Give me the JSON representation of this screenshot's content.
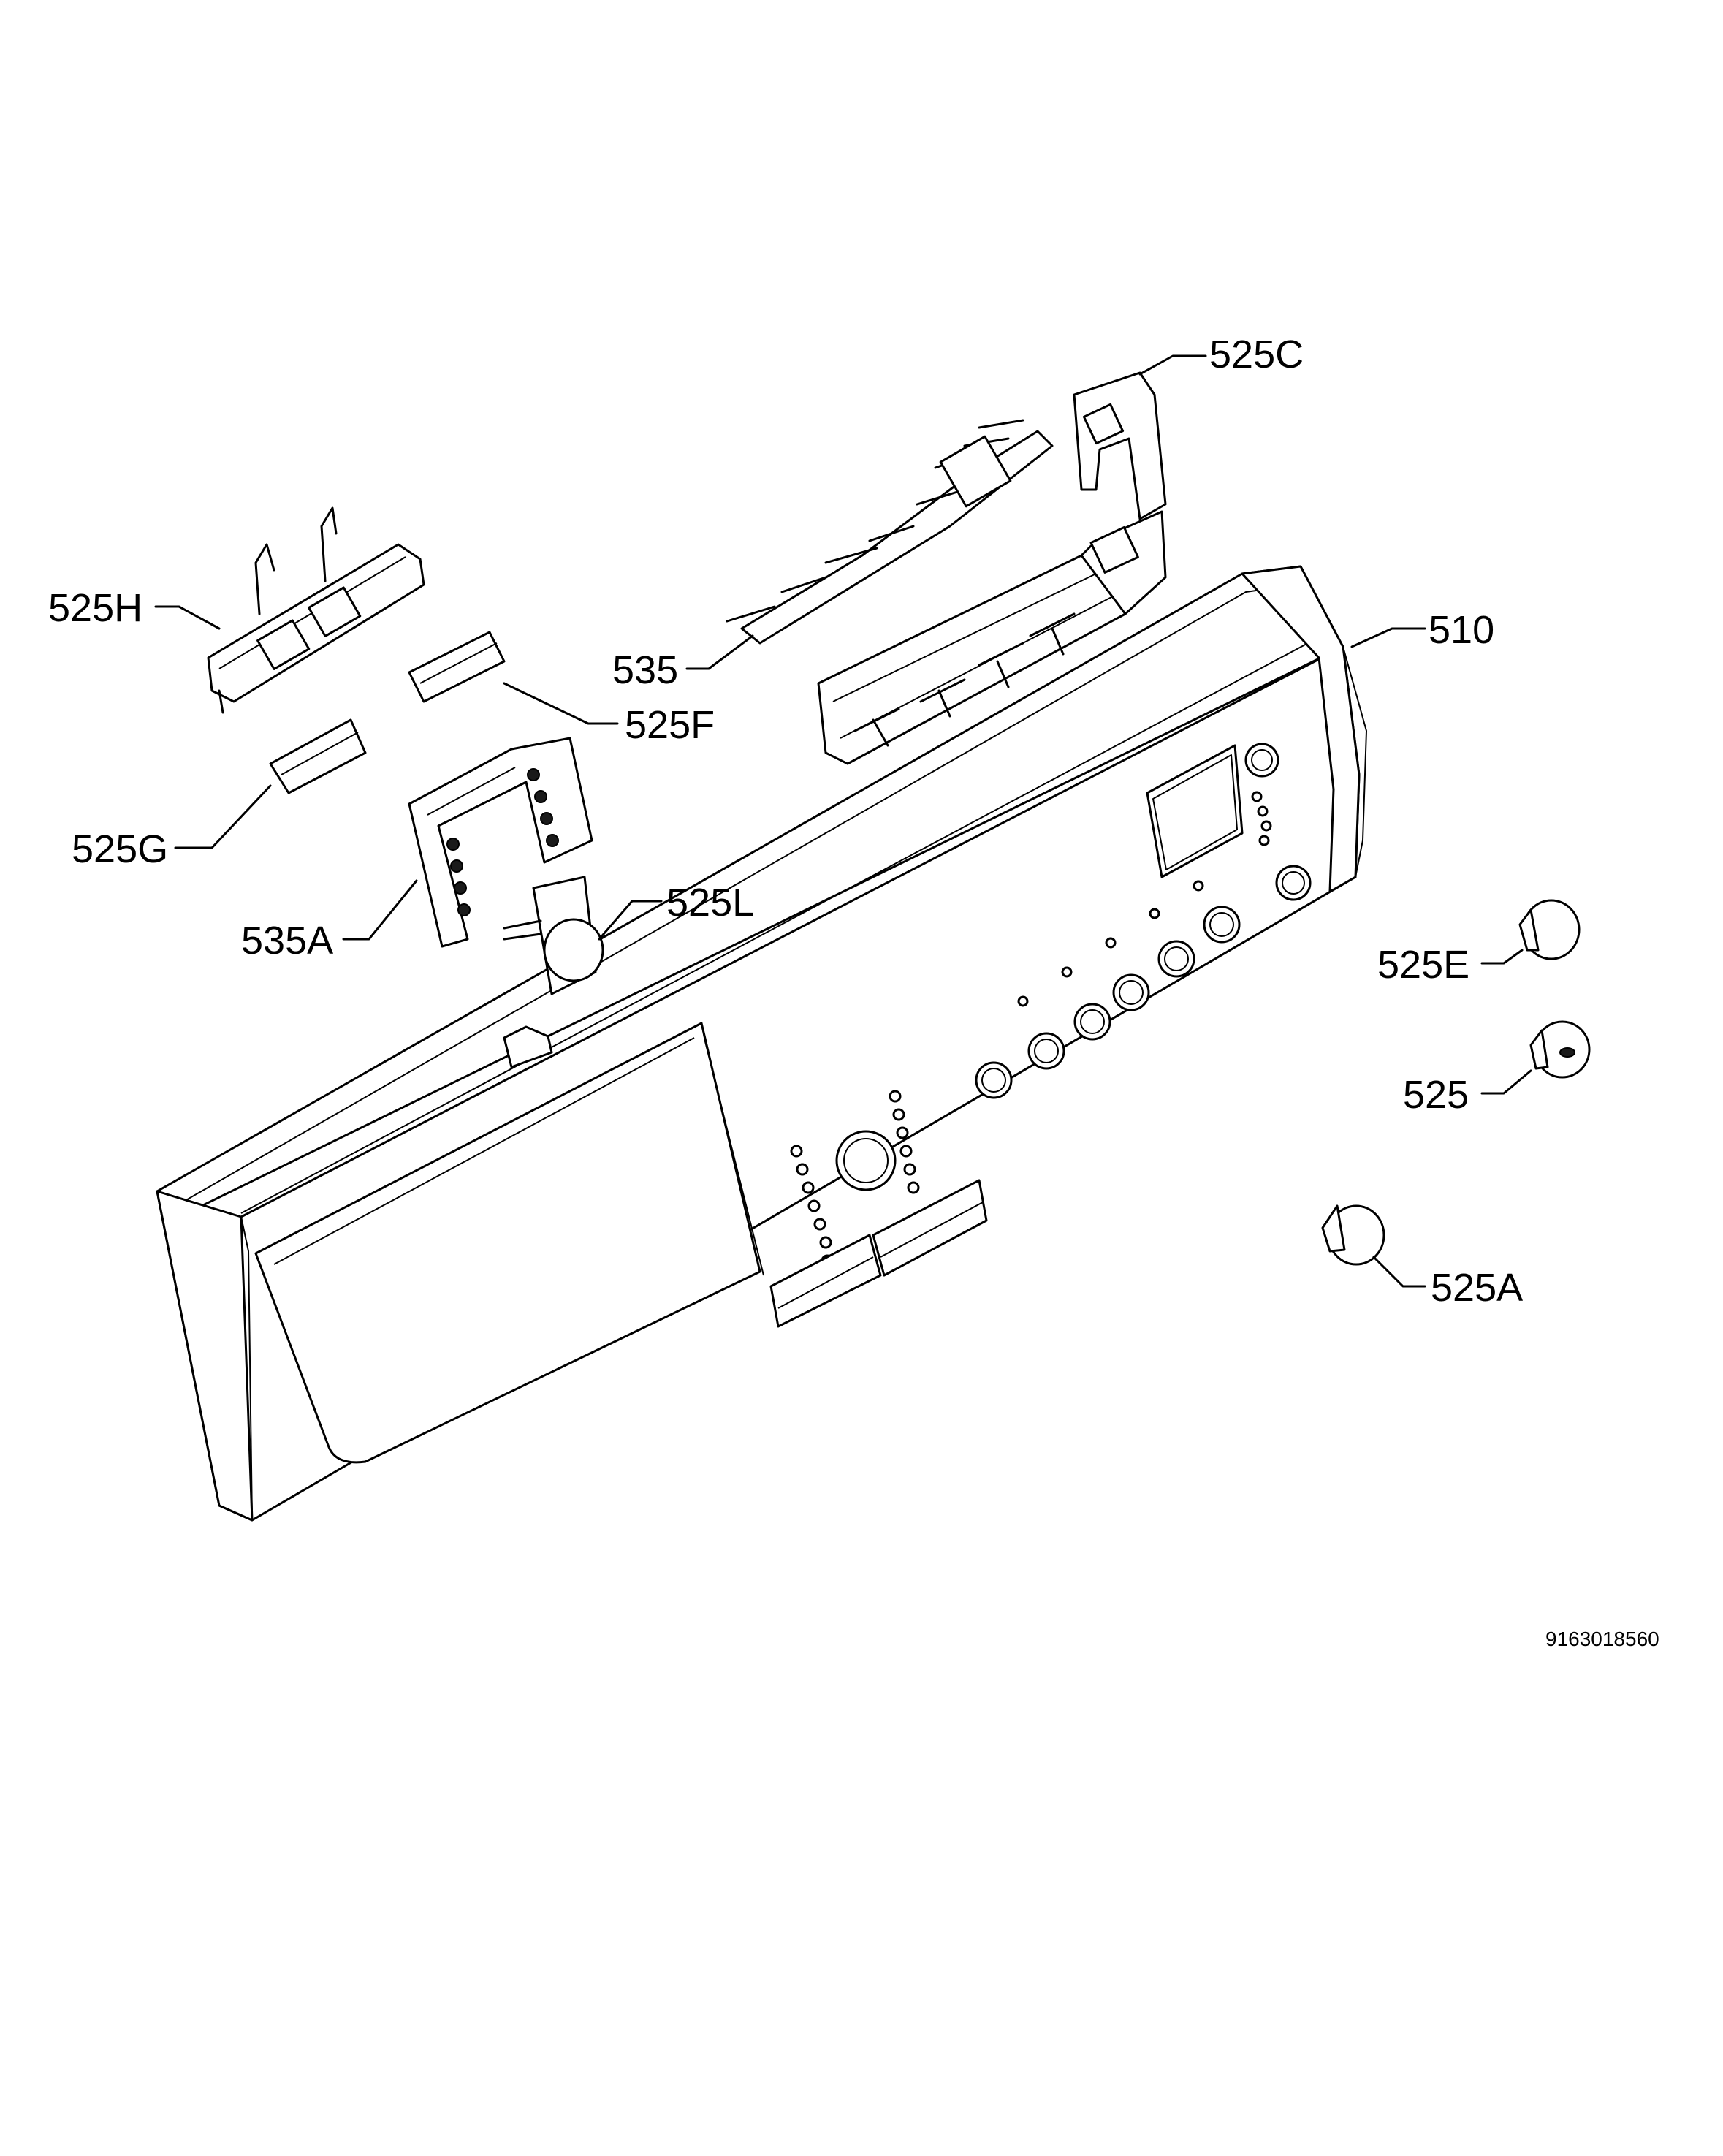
{
  "diagram": {
    "document_number": "9163018560",
    "callouts": [
      {
        "id": "525H",
        "label": "525H"
      },
      {
        "id": "525C",
        "label": "525C"
      },
      {
        "id": "535",
        "label": "535"
      },
      {
        "id": "510",
        "label": "510"
      },
      {
        "id": "525F",
        "label": "525F"
      },
      {
        "id": "525G",
        "label": "525G"
      },
      {
        "id": "535A",
        "label": "535A"
      },
      {
        "id": "525L",
        "label": "525L"
      },
      {
        "id": "525E",
        "label": "525E"
      },
      {
        "id": "525",
        "label": "525"
      },
      {
        "id": "525A",
        "label": "525A"
      }
    ]
  }
}
